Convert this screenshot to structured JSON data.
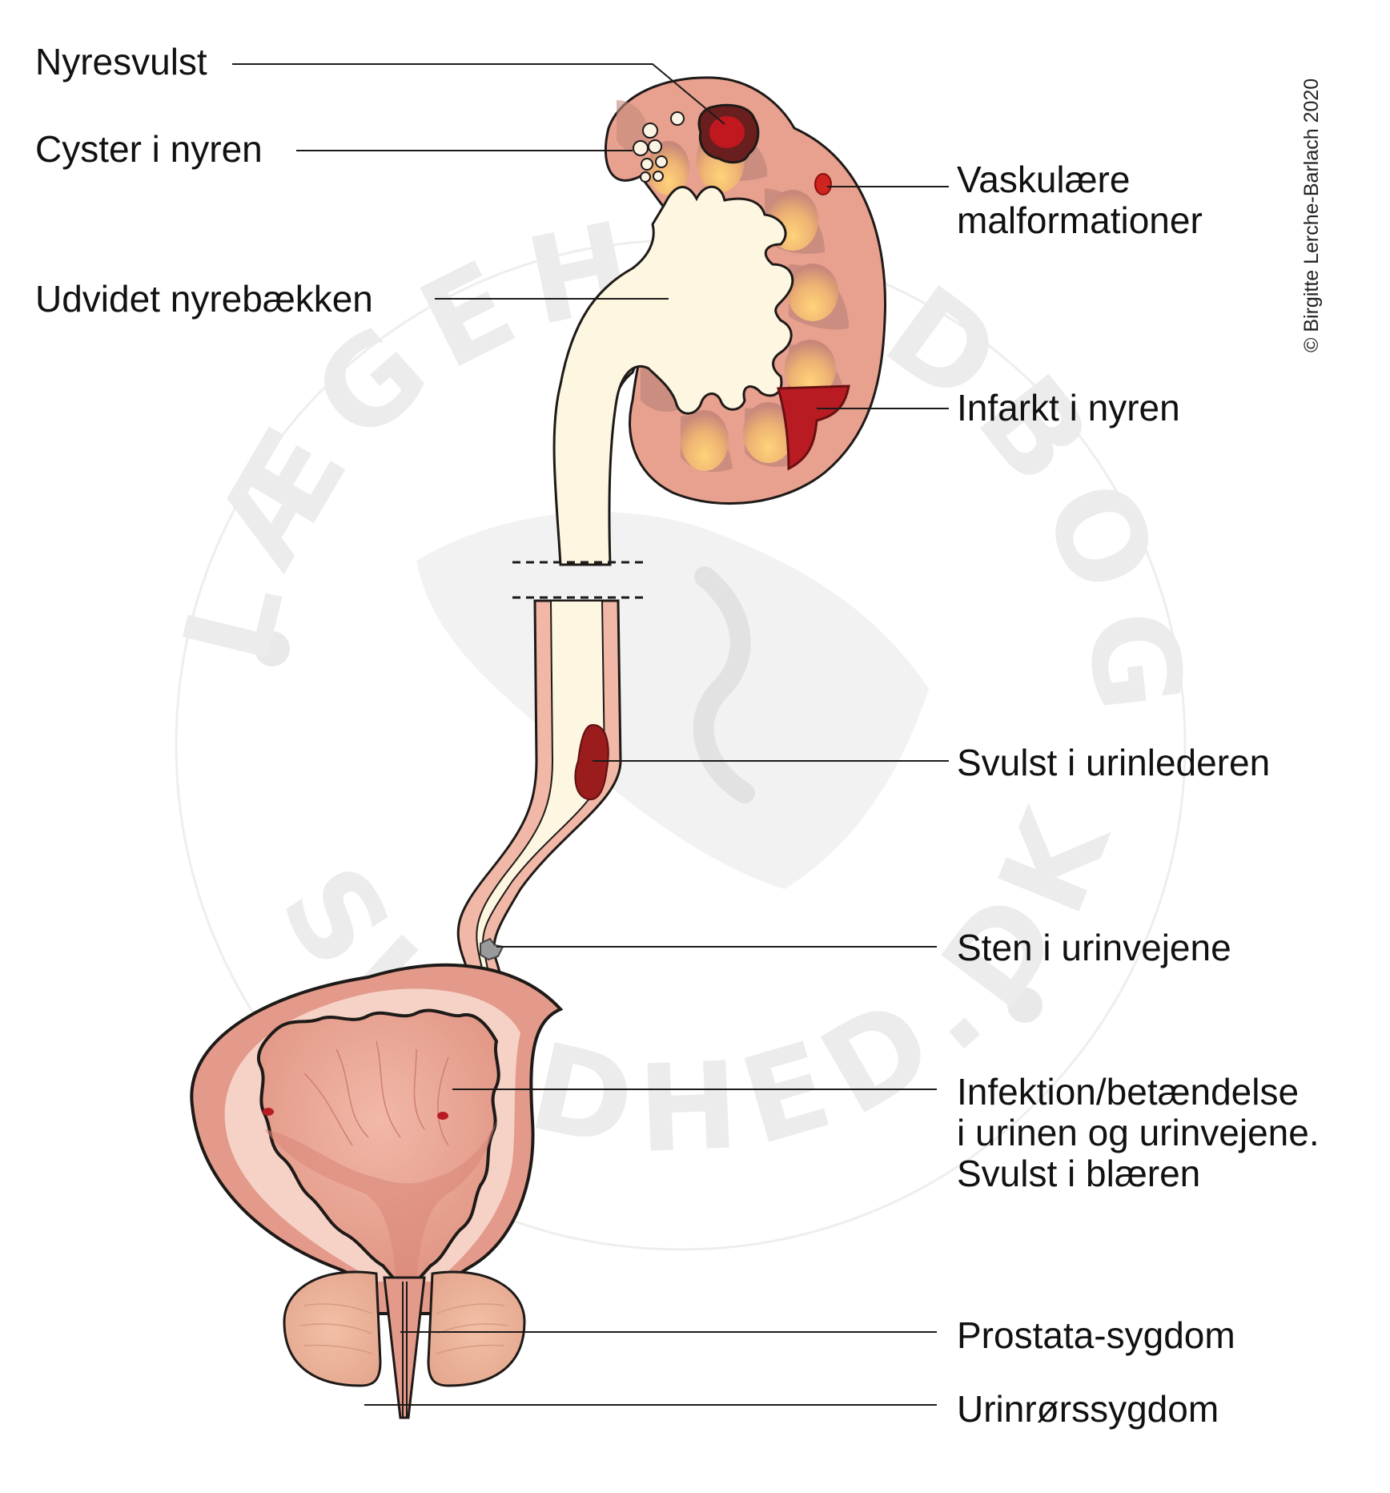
{
  "labels": {
    "kidney_tumor": "Nyresvulst",
    "kidney_cysts": "Cyster i nyren",
    "vascular_1": "Vaskulære",
    "vascular_2": "malformationer",
    "dilated_pelvis": "Udvidet nyrebækken",
    "infarct": "Infarkt i nyren",
    "ureter_tumor": "Svulst i urinlederen",
    "stone": "Sten i urinvejene",
    "infection_1": "Infektion/betændelse",
    "infection_2": "i urinen og urinvejene.",
    "infection_3": "Svulst i blæren",
    "prostate": "Prostata-sygdom",
    "urethra": "Urinrørssygdom"
  },
  "copyright": "© Birgitte Lerche-Barlach 2020",
  "watermark": {
    "top": "LÆGEHÅNDBOGEN",
    "bottom": "SUNDHED.DK"
  },
  "colors": {
    "kidney_tissue": "#e8a08f",
    "kidney_dark": "#c48a7c",
    "urine": "#fdf6e0",
    "tumor": "#b81c22",
    "bladder_wall": "#e49a8b",
    "outline": "#1e1a18",
    "watermark": "#e7e7e7"
  }
}
